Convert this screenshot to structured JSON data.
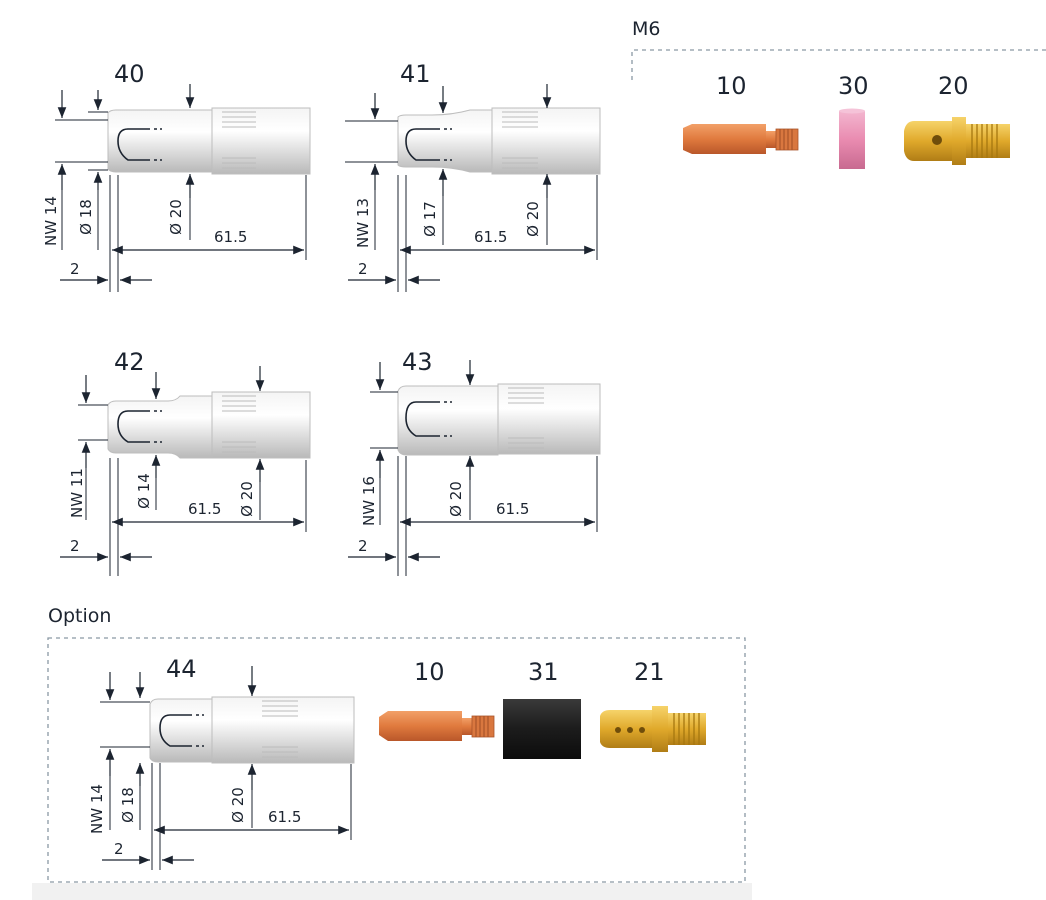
{
  "m6": {
    "title": "M6",
    "parts": [
      {
        "label": "10",
        "icon": "contact-tip-icon",
        "color": "#e07a3e"
      },
      {
        "label": "30",
        "icon": "pink-insulator-icon",
        "color": "#e98bb0"
      },
      {
        "label": "20",
        "icon": "brass-tip-holder-icon",
        "color": "#d8a52c"
      }
    ]
  },
  "nozzles": [
    {
      "id": "40",
      "nw": "NW 14",
      "d_inner": "Ø 18",
      "d_outer": "Ø 20",
      "length": "61.5",
      "offset": "2"
    },
    {
      "id": "41",
      "nw": "NW 13",
      "d_inner": "Ø 17",
      "d_outer": "Ø 20",
      "length": "61.5",
      "offset": "2"
    },
    {
      "id": "42",
      "nw": "NW 11",
      "d_inner": "Ø 14",
      "d_outer": "Ø 20",
      "length": "61.5",
      "offset": "2"
    },
    {
      "id": "43",
      "nw": "NW 16",
      "d_outer": "Ø 20",
      "length": "61.5",
      "offset": "2"
    }
  ],
  "option": {
    "title": "Option",
    "nozzle": {
      "id": "44",
      "nw": "NW 14",
      "d_inner": "Ø 18",
      "d_outer": "Ø 20",
      "length": "61.5",
      "offset": "2"
    },
    "parts": [
      {
        "label": "10",
        "icon": "contact-tip-icon",
        "color": "#e07a3e"
      },
      {
        "label": "31",
        "icon": "black-insulator-icon",
        "color": "#1e1e1e"
      },
      {
        "label": "21",
        "icon": "brass-tip-holder-icon",
        "color": "#e6b02e"
      }
    ]
  },
  "colors": {
    "line": "#1c2430",
    "dashed_frame": "#8a99a4",
    "nozzle_body": "#dcdcdc"
  }
}
